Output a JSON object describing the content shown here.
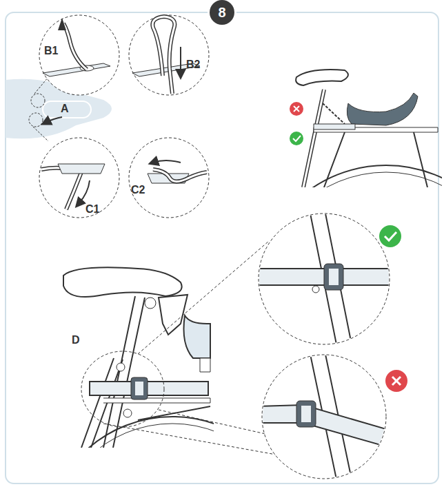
{
  "diagram": {
    "nodes": [
      {
        "text": [
          "8"
        ]
      }
    ],
    "labels": [
      "B1",
      "B2",
      "A",
      "C1",
      "C2",
      "D"
    ]
  }
}
